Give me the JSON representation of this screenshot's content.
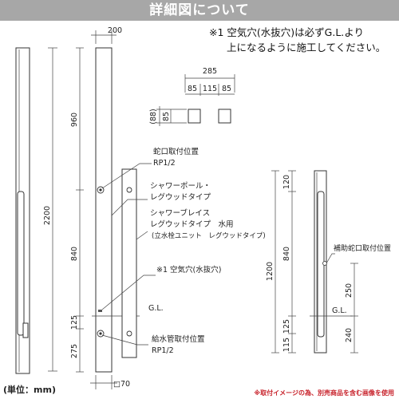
{
  "title": "詳細図について",
  "note": {
    "line1": "※1 空気穴(水抜穴)は必ずG.L.より",
    "line2": "上になるように施工してください。"
  },
  "unit": "(単位：mm)",
  "footer": "※取付イメージの為、別売商品を含む画像を使用",
  "dimensions": {
    "pole_width": "200",
    "total_height": "2200",
    "upper": "960",
    "middle": "840",
    "lower_above_gl": "125",
    "below_gl": "275",
    "pipe_square": "□70",
    "plan_total": "285",
    "plan_a": "85",
    "plan_b": "115",
    "plan_c": "85",
    "plan_depth_outer": "(88)",
    "plan_depth_inner": "85",
    "r_total": "1200",
    "r_top": "120",
    "r_middle": "840",
    "r_lower": "125",
    "r_bottom": "115",
    "r_250": "250",
    "r_240": "240"
  },
  "labels": {
    "faucet_pos_1": "蛇口取付位置",
    "faucet_pos_2": "RP1/2",
    "shower_pole_1": "シャワーポール・",
    "shower_pole_2": "レグウッドタイプ",
    "shower_brace_1": "シャワーブレイス",
    "shower_brace_2": "レグウッドタイプ　水用",
    "shower_brace_3": "(立水栓ユニット　レグウッドタイプ)",
    "air_hole": "※1 空気穴(水抜穴)",
    "gl_left": "G.L.",
    "supply_pos_1": "給水管取付位置",
    "supply_pos_2": "RP1/2",
    "aux_faucet": "補助蛇口取付位置",
    "gl_right": "G.L."
  }
}
